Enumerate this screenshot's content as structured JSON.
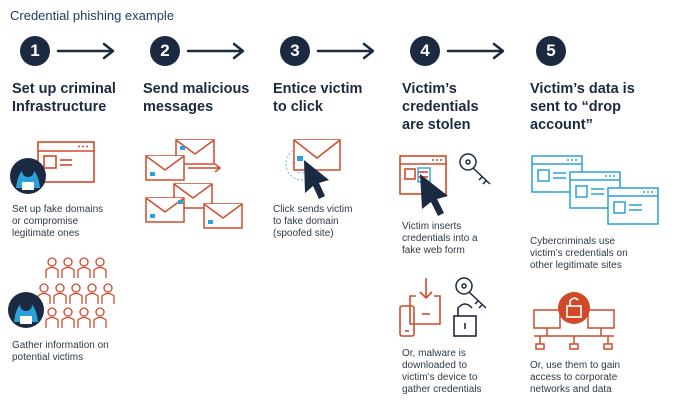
{
  "title": "Credential phishing example",
  "colors": {
    "navy": "#1b2a40",
    "orange": "#d04a2a",
    "blue": "#2aa1d8"
  },
  "steps": [
    {
      "number": "1",
      "heading": [
        "Set up criminal",
        "Infrastructure"
      ]
    },
    {
      "number": "2",
      "heading": [
        "Send malicious",
        "messages"
      ]
    },
    {
      "number": "3",
      "heading": [
        "Entice victim",
        "to click"
      ]
    },
    {
      "number": "4",
      "heading": [
        "Victim’s",
        "credentials",
        "are stolen"
      ]
    },
    {
      "number": "5",
      "heading": [
        "Victim’s data is",
        "sent to “drop",
        "account”"
      ]
    }
  ],
  "captions": {
    "s1a": [
      "Set up fake domains",
      "or compromise",
      "legitimate ones"
    ],
    "s1b": [
      "Gather information on",
      "potential victims"
    ],
    "s3": [
      "Click sends victim",
      "to fake domain",
      "(spoofed site)"
    ],
    "s4a": [
      "Victim inserts",
      "credentials into a",
      "fake web form"
    ],
    "s4b": [
      "Or, malware is",
      "downloaded to",
      "victim’s device to",
      "gather credentials"
    ],
    "s5a": [
      "Cybercriminals use",
      "victim’s credentials on",
      "other legitimate sites"
    ],
    "s5b": [
      "Or, use them to gain",
      "access to corporate",
      "networks and data"
    ]
  }
}
